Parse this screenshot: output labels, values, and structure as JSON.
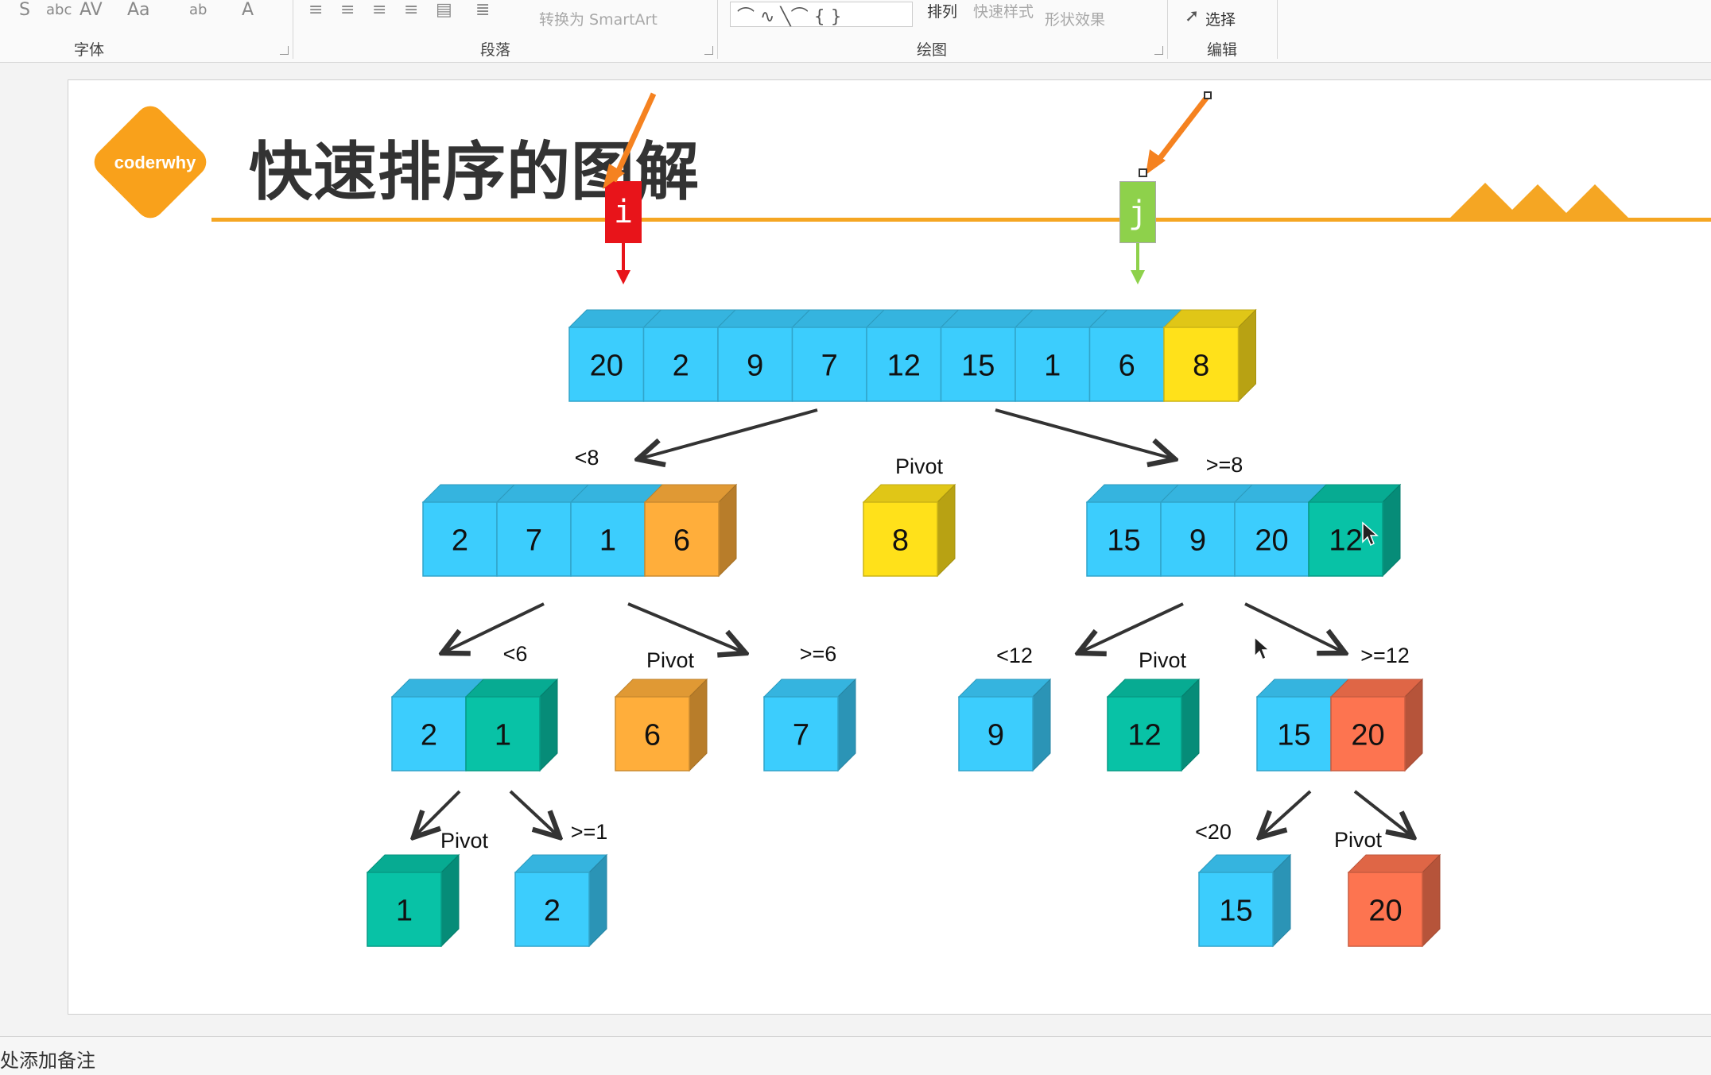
{
  "ribbon": {
    "toolbar_icons": [
      "S",
      "abc",
      "AV",
      "Aa",
      "ab",
      "A"
    ],
    "convert_smartart": "转换为 SmartArt",
    "arrange": "排列",
    "quick_styles": "快速样式",
    "shape_effects": "形状效果",
    "select": "选择",
    "groups": {
      "font": "字体",
      "paragraph": "段落",
      "drawing": "绘图",
      "editing": "编辑"
    }
  },
  "slide": {
    "logo": "coderwhy",
    "title": "快速排序的图解",
    "pointer_i": "i",
    "pointer_j": "j"
  },
  "notes_placeholder": "处添加备注",
  "colors": {
    "blue": "#3ccdfd",
    "yellow": "#ffe11a",
    "orange": "#ffae3b",
    "teal": "#08c2a6",
    "red": "#fd7450",
    "accent": "#f5a623"
  },
  "diagram": {
    "arrays": [
      {
        "id": "root",
        "cells": [
          {
            "v": "20",
            "c": "blue"
          },
          {
            "v": "2",
            "c": "blue"
          },
          {
            "v": "9",
            "c": "blue"
          },
          {
            "v": "7",
            "c": "blue"
          },
          {
            "v": "12",
            "c": "blue"
          },
          {
            "v": "15",
            "c": "blue"
          },
          {
            "v": "1",
            "c": "blue"
          },
          {
            "v": "6",
            "c": "blue"
          },
          {
            "v": "8",
            "c": "yellow"
          }
        ]
      },
      {
        "id": "lt8",
        "cells": [
          {
            "v": "2",
            "c": "blue"
          },
          {
            "v": "7",
            "c": "blue"
          },
          {
            "v": "1",
            "c": "blue"
          },
          {
            "v": "6",
            "c": "orange"
          }
        ]
      },
      {
        "id": "pivot8",
        "cells": [
          {
            "v": "8",
            "c": "yellow"
          }
        ]
      },
      {
        "id": "ge8",
        "cells": [
          {
            "v": "15",
            "c": "blue"
          },
          {
            "v": "9",
            "c": "blue"
          },
          {
            "v": "20",
            "c": "blue"
          },
          {
            "v": "12",
            "c": "teal"
          }
        ]
      },
      {
        "id": "lt6",
        "cells": [
          {
            "v": "2",
            "c": "blue"
          },
          {
            "v": "1",
            "c": "teal"
          }
        ]
      },
      {
        "id": "pivot6",
        "cells": [
          {
            "v": "6",
            "c": "orange"
          }
        ]
      },
      {
        "id": "ge6",
        "cells": [
          {
            "v": "7",
            "c": "blue"
          }
        ]
      },
      {
        "id": "lt12",
        "cells": [
          {
            "v": "9",
            "c": "blue"
          }
        ]
      },
      {
        "id": "pivot12",
        "cells": [
          {
            "v": "12",
            "c": "teal"
          }
        ]
      },
      {
        "id": "ge12",
        "cells": [
          {
            "v": "15",
            "c": "blue"
          },
          {
            "v": "20",
            "c": "red"
          }
        ]
      },
      {
        "id": "pivot1",
        "cells": [
          {
            "v": "1",
            "c": "teal"
          }
        ]
      },
      {
        "id": "ge1",
        "cells": [
          {
            "v": "2",
            "c": "blue"
          }
        ]
      },
      {
        "id": "lt20",
        "cells": [
          {
            "v": "15",
            "c": "blue"
          }
        ]
      },
      {
        "id": "pivot20",
        "cells": [
          {
            "v": "20",
            "c": "red"
          }
        ]
      }
    ],
    "labels": [
      {
        "id": "lt8",
        "text": "<8"
      },
      {
        "id": "pivot8",
        "text": "Pivot"
      },
      {
        "id": "ge8",
        "text": ">=8"
      },
      {
        "id": "lt6",
        "text": "<6"
      },
      {
        "id": "pivot6",
        "text": "Pivot"
      },
      {
        "id": "ge6",
        "text": ">=6"
      },
      {
        "id": "lt12",
        "text": "<12"
      },
      {
        "id": "pivot12",
        "text": "Pivot"
      },
      {
        "id": "ge12",
        "text": ">=12"
      },
      {
        "id": "pivot1",
        "text": "Pivot"
      },
      {
        "id": "ge1",
        "text": ">=1"
      },
      {
        "id": "lt20",
        "text": "<20"
      },
      {
        "id": "pivot20",
        "text": "Pivot"
      }
    ]
  }
}
